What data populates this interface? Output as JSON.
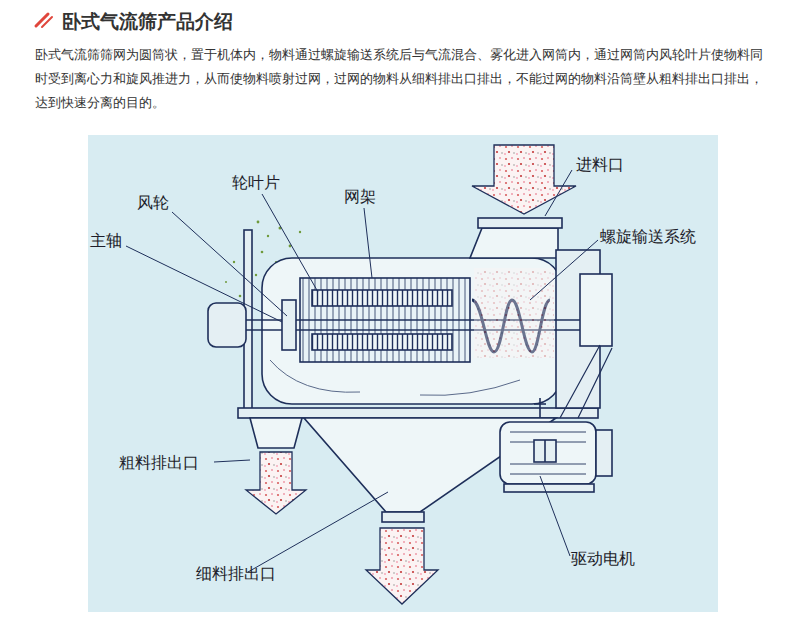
{
  "diagram": {
    "title": "卧式气流筛产品介绍",
    "caption": "卧式气流筛筛网为圆筒状，置于机体内，物料通过螺旋输送系统后与气流混合、雾化进入网筒内，通过网筒内风轮叶片使物料同时受到离心力和旋风推进力，从而使物料喷射过网，过网的物料从细料排出口排出，不能过网的物料沿筒壁从粗料排出口排出，达到快速分离的目的。",
    "labels": [
      "进料口",
      "轮叶片",
      "网架",
      "风轮",
      "螺旋输送系统",
      "主轴",
      "粗料排出口",
      "驱动电机",
      "细料排出口"
    ]
  }
}
